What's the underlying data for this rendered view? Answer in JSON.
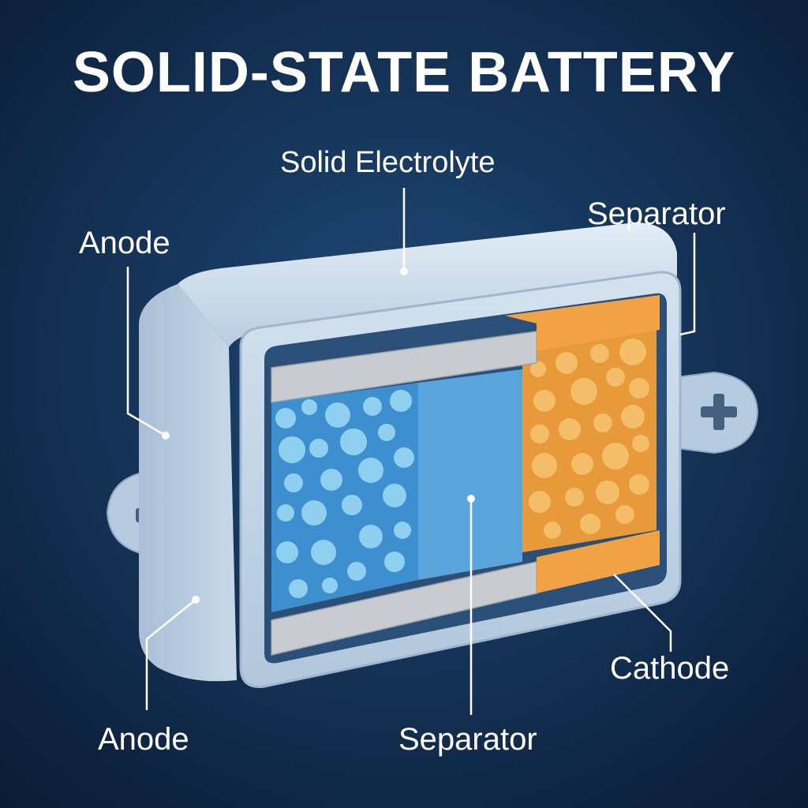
{
  "title": "SOLID-STATE BATTERY",
  "labels": {
    "solid_electrolyte": "Solid Electrolyte",
    "separator_top": "Separator",
    "anode_top": "Anode",
    "anode_bottom": "Anode",
    "separator_bottom": "Separator",
    "cathode": "Cathode"
  },
  "terminals": {
    "negative": "−",
    "positive": "+"
  },
  "colors": {
    "background_center": "#1f4a78",
    "background_edge": "#0a1a33",
    "casing": "#c9d9e8",
    "anode": "#3e8fd0",
    "anode_particles": "#8fd0f0",
    "separator": "#5aa4dc",
    "cathode": "#e89a3a",
    "cathode_particles": "#f3bd6a",
    "current_collector": "#c8ccd0",
    "text": "#ffffff"
  }
}
